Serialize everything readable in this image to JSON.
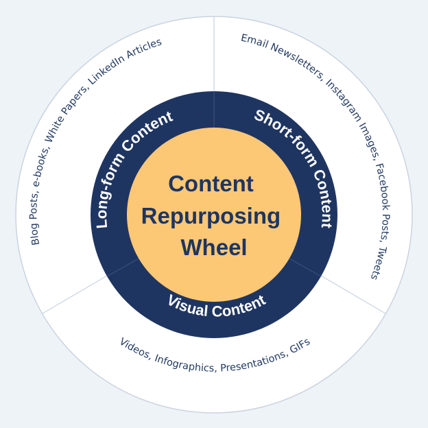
{
  "diagram": {
    "center": {
      "lines": [
        "Content",
        "Repurposing",
        "Wheel"
      ]
    },
    "segments": [
      {
        "id": "long",
        "label": "Long-form Content",
        "examples": "Blog Posts, e-books, White Papers, LinkedIn Articles"
      },
      {
        "id": "short",
        "label": "Short-form Content",
        "examples": "Email Newsletters, Instagram Images, Facebook Posts, Tweets"
      },
      {
        "id": "visual",
        "label": "Visual Content",
        "examples": "Videos, Infographics, Presentations, GIFs"
      }
    ],
    "colors": {
      "background": "#eef3f8",
      "outer_ring": "#ffffff",
      "outer_border": "#c9d3df",
      "middle_ring": "#1f3561",
      "center_fill": "#fcc875",
      "center_text": "#1f3561",
      "ring_text": "#ffffff",
      "outer_text": "#223a63"
    }
  }
}
